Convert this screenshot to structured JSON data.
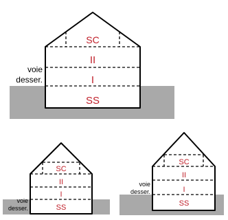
{
  "top": {
    "road_label_line1": "voie",
    "road_label_line2": "desser.",
    "floors": [
      "SC",
      "II",
      "I",
      "SS"
    ]
  },
  "bottom_left": {
    "road_label_line1": "voie",
    "road_label_line2": "desser.",
    "floors": [
      "SC",
      "II",
      "I",
      "SS"
    ]
  },
  "bottom_right": {
    "road_label_line1": "voie",
    "road_label_line2": "desser.",
    "floors": [
      "SC",
      "II",
      "I",
      "SS"
    ]
  },
  "colors": {
    "ground": "#a9a9a9",
    "floor_label": "#c0202a",
    "line": "#000000"
  }
}
